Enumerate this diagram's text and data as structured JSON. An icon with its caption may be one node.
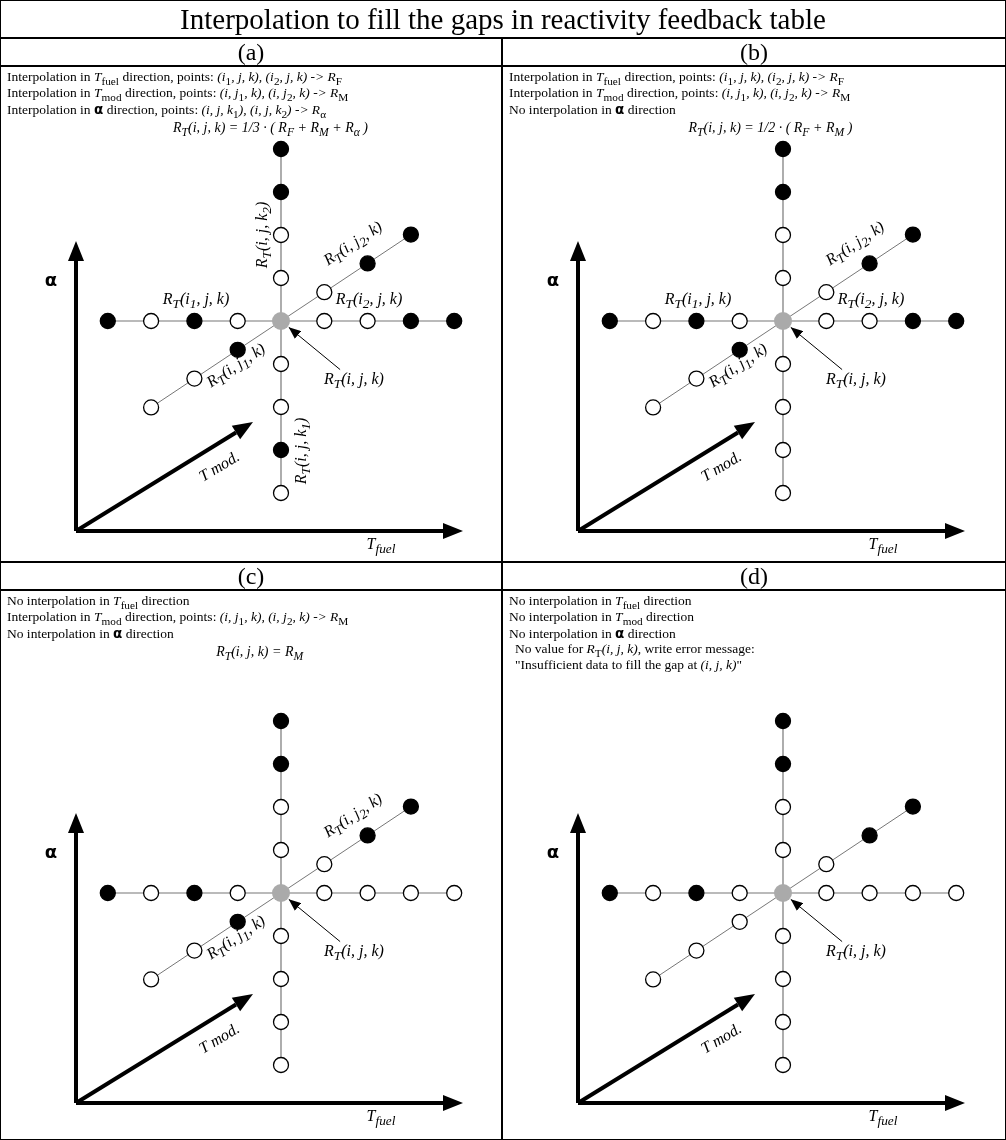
{
  "diagram": {
    "title": "Interpolation to fill the gaps in reactivity feedback table",
    "nodes": [
      {
        "text": [
          "(a)",
          "Interpolation in *T*$_{fuel}$ direction, points: *(i*$_{1}$*, j, k), (i*$_{2}$*, j, k) -> R*$_{F}$",
          "Interpolation in *T*$_{mod}$ direction, points: *(i, j*$_{1}$*, k), (i, j*$_{2}$*, k) -> R*$_{M}$",
          "Interpolation in **α** direction, points: *(i, j, k*$_{1}$*), (i, j, k*$_{2}$*) -> R*$_{α}$",
          "R$_{T}$(i, j, k) = 1/3 · ( R$_{F}$ + R$_{M}$ + R$_{α}$ )"
        ]
      },
      {
        "text": [
          "R$_{T}$(i, j, k)"
        ],
        "in": 0
      },
      {
        "text": [],
        "shape": "circle",
        "in": 0
      },
      {
        "text": [
          "(b)",
          "Interpolation in *T*$_{fuel}$ direction, points: *(i*$_{1}$*, j, k), (i*$_{2}$*, j, k) -> R*$_{F}$",
          "Interpolation in *T*$_{mod}$ direction, points: *(i, j*$_{1}$*, k), (i, j*$_{2}$*, k) -> R*$_{M}$",
          "No interpolation in **α** direction",
          "R$_{T}$(i, j, k) = 1/2 · ( R$_{F}$ + R$_{M}$ )"
        ]
      },
      {
        "text": [
          "R$_{T}$(i, j, k)"
        ],
        "in": 3
      },
      {
        "text": [],
        "shape": "circle",
        "in": 3
      },
      {
        "text": [
          "(c)",
          "No interpolation in *T*$_{fuel}$ direction",
          "Interpolation in *T*$_{mod}$ direction, points: *(i, j*$_{1}$*, k), (i, j*$_{2}$*, k) -> R*$_{M}$",
          "No interpolation in **α** direction",
          "R$_{T}$(i, j, k) = R$_{M}$"
        ]
      },
      {
        "text": [
          "R$_{T}$(i, j, k)"
        ],
        "in": 6
      },
      {
        "text": [],
        "shape": "circle",
        "in": 6
      },
      {
        "text": [
          "(d)",
          "No interpolation in *T*$_{fuel}$ direction",
          "No interpolation in *T*$_{mod}$ direction",
          "No interpolation in **α** direction",
          "No value for *R*$_{T}$*(i, j, k)*,  write error message:",
          "\"Insufficient data to fill the gap at *(i, j, k)*\""
        ]
      },
      {
        "text": [
          "R$_{T}$(i, j, k)"
        ],
        "in": 9
      },
      {
        "text": [],
        "shape": "circle",
        "in": 9
      }
    ],
    "edges": [
      {
        "from": 1,
        "to": 2,
        "arrow": "to"
      },
      {
        "from": 4,
        "to": 5,
        "arrow": "to"
      },
      {
        "from": 7,
        "to": 8,
        "arrow": "to"
      },
      {
        "from": 10,
        "to": 11,
        "arrow": "to"
      }
    ],
    "labels": [
      "R$_{T}$(i, j, k$_{2}$)",
      "R$_{T}$(i, j$_{2}$, k)",
      "α",
      "R$_{T}$(i$_{1}$, j, k)",
      "R$_{T}$(i$_{2}$, j, k)",
      "R$_{T}$(i, j$_{1}$, k)",
      "R$_{T}$(i, j, k$_{1}$)",
      "T mod.",
      "T$_{fuel}$",
      "R$_{T}$(i, j$_{2}$, k)",
      "α",
      "R$_{T}$(i$_{1}$, j, k)",
      "R$_{T}$(i$_{2}$, j, k)",
      "R$_{T}$(i, j$_{1}$, k)",
      "T mod.",
      "T$_{fuel}$",
      "R$_{T}$(i, j$_{2}$, k)",
      "α",
      "R$_{T}$(i, j$_{1}$, k)",
      "T mod.",
      "T$_{fuel}$",
      "α",
      "T mod.",
      "T$_{fuel}$"
    ]
  }
}
